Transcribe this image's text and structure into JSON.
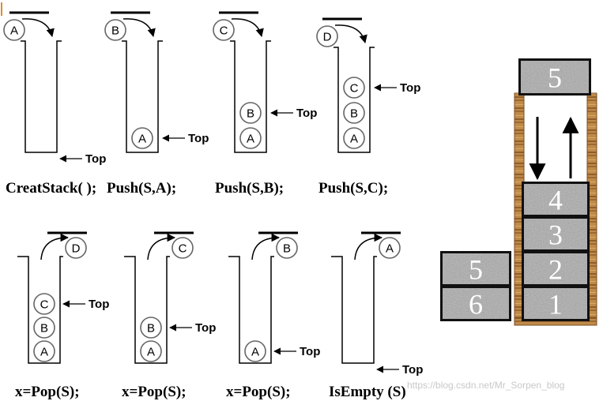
{
  "push_panels": [
    {
      "operation": "CreatStack( );",
      "incoming": "A",
      "stack": [],
      "top_label": "Top"
    },
    {
      "operation": "Push(S,A);",
      "incoming": "B",
      "stack": [
        "A"
      ],
      "top_label": "Top"
    },
    {
      "operation": "Push(S,B);",
      "incoming": "C",
      "stack": [
        "A",
        "B"
      ],
      "top_label": "Top"
    },
    {
      "operation": "Push(S,C);",
      "incoming": "D",
      "stack": [
        "A",
        "B",
        "C"
      ],
      "top_label": "Top"
    }
  ],
  "pop_panels": [
    {
      "operation": "x=Pop(S);",
      "outgoing": "D",
      "stack": [
        "A",
        "B",
        "C"
      ],
      "top_label": "Top"
    },
    {
      "operation": "x=Pop(S);",
      "outgoing": "C",
      "stack": [
        "A",
        "B"
      ],
      "top_label": "Top"
    },
    {
      "operation": "x=Pop(S);",
      "outgoing": "B",
      "stack": [
        "A"
      ],
      "top_label": "Top"
    },
    {
      "operation": "IsEmpty (S)",
      "outgoing": "A",
      "stack": [],
      "top_label": "Top"
    }
  ],
  "tube": {
    "floating_block": "5",
    "blocks": [
      "4",
      "3",
      "2",
      "1"
    ]
  },
  "side_stack": {
    "blocks": [
      "5",
      "6"
    ]
  },
  "watermark": "https://blog.csdn.net/Mr_Sorpen_blog",
  "colors": {
    "wood": "#c08a48",
    "granite": "#a4a4a4",
    "block_border": "#111111"
  }
}
